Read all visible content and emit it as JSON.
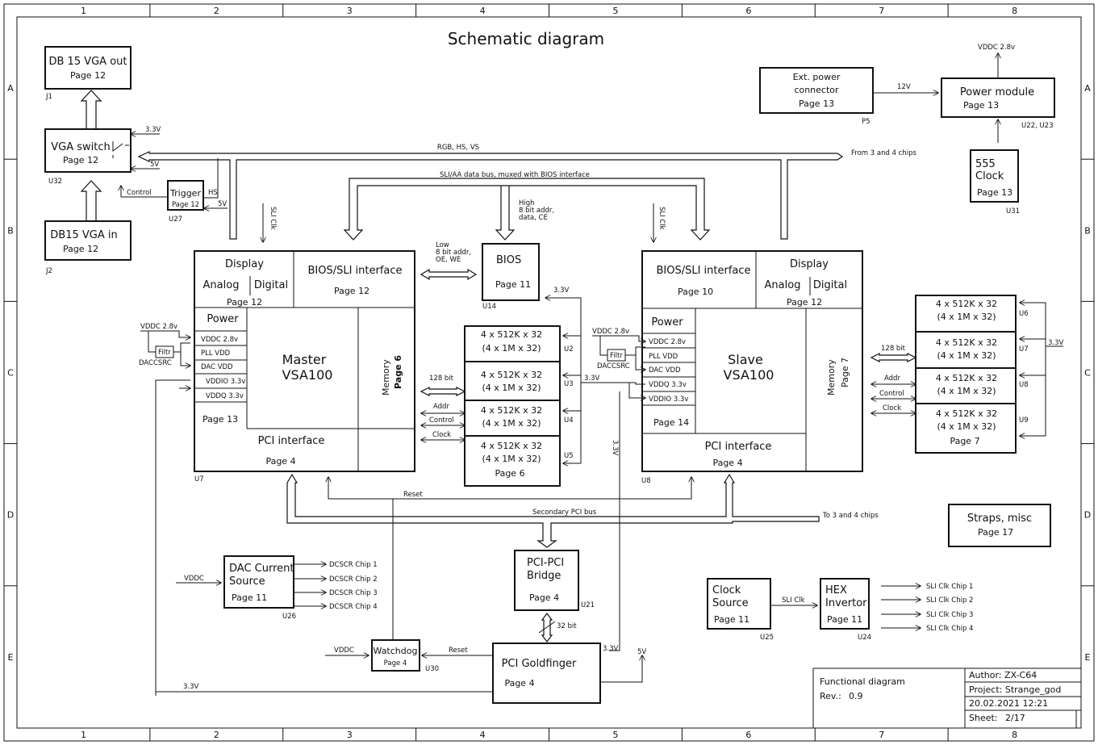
{
  "title": "Schematic diagram",
  "grid": {
    "columns": [
      "1",
      "2",
      "3",
      "4",
      "5",
      "6",
      "7",
      "8"
    ],
    "rows": [
      "A",
      "B",
      "C",
      "D",
      "E"
    ]
  },
  "blocks": {
    "db15_out": {
      "line1": "DB 15 VGA out",
      "line2": "Page 12",
      "ref": "J1"
    },
    "vga_switch": {
      "line1": "VGA switch",
      "line2": "Page 12",
      "ref": "U32"
    },
    "db15_in": {
      "line1": "DB15 VGA in",
      "line2": "Page 12",
      "ref": "J2"
    },
    "trigger": {
      "line1": "Trigger",
      "line2": "Page 12",
      "ref": "U27"
    },
    "ext_power": {
      "line1": "Ext. power",
      "line2": "connector",
      "line3": "Page 13",
      "ref": "P5"
    },
    "power_module": {
      "line1": "Power module",
      "line2": "Page 13",
      "ref": "U22, U23"
    },
    "clock555": {
      "line1": "555",
      "line2": "Clock",
      "line3": "Page 13",
      "ref": "U31"
    },
    "bios": {
      "line1": "BIOS",
      "line2": "Page 11",
      "ref": "U14"
    },
    "master": {
      "display": "Display",
      "analog": "Analog",
      "digital": "Digital",
      "display_page": "Page 12",
      "bios_sli": "BIOS/SLI interface",
      "bios_sli_page": "Page 12",
      "power": "Power",
      "power_page": "Page 13",
      "rails": [
        "VDDC  2.8v",
        "PLL VDD",
        "DAC VDD",
        "VDDIO  3.3v",
        "VDDQ  3.3v"
      ],
      "name1": "Master",
      "name2": "VSA100",
      "memory": "Memory",
      "memory_page": "Page 6",
      "pci": "PCI interface",
      "pci_page": "Page 4",
      "ref": "U7"
    },
    "slave": {
      "display": "Display",
      "analog": "Analog",
      "digital": "Digital",
      "display_page": "Page 12",
      "bios_sli": "BIOS/SLI interface",
      "bios_sli_page": "Page 10",
      "power": "Power",
      "power_page": "Page 14",
      "rails": [
        "VDDC  2.8v",
        "PLL VDD",
        "DAC VDD",
        "VDDQ  3.3v",
        "VDDIO  3.3v"
      ],
      "name1": "Slave",
      "name2": "VSA100",
      "memory": "Memory",
      "memory_page": "Page 7",
      "pci": "PCI interface",
      "pci_page": "Page 4",
      "ref": "U8"
    },
    "mem_master": {
      "line1": "4 x 512K x 32",
      "line2": "(4 x 1M x 32)",
      "page": "Page 6",
      "refs": [
        "U2",
        "U3",
        "U4",
        "U5"
      ]
    },
    "mem_slave": {
      "line1": "4 x 512K x 32",
      "line2": "(4 x 1M x 32)",
      "page": "Page 7",
      "refs": [
        "U6",
        "U7",
        "U8",
        "U9"
      ]
    },
    "dac_current": {
      "line1": "DAC Current",
      "line2": "Source",
      "line3": "Page 11",
      "ref": "U26"
    },
    "pci_bridge": {
      "line1": "PCI-PCI",
      "line2": "Bridge",
      "line3": "Page 4",
      "ref": "U21"
    },
    "watchdog": {
      "line1": "Watchdog",
      "line2": "Page 4",
      "ref": "U30"
    },
    "goldfinger": {
      "line1": "PCI Goldfinger",
      "line2": "Page 4"
    },
    "straps": {
      "line1": "Straps, misc",
      "line2": "Page 17"
    },
    "clock_source": {
      "line1": "Clock",
      "line2": "Source",
      "line3": "Page 11",
      "ref": "U25"
    },
    "hex_invertor": {
      "line1": "HEX",
      "line2": "Invertor",
      "line3": "Page 11",
      "ref": "U24"
    }
  },
  "labels": {
    "v33": "3.3V",
    "v5": "5V",
    "v12": "12V",
    "vddc28": "VDDC 2.8v",
    "vddc": "VDDC",
    "control": "Control",
    "hs": "HS",
    "rgb": "RGB, HS, VS",
    "from34": "From 3 and 4 chips",
    "sli_bus": "SLI/AA data bus, muxed with BIOS interface",
    "high": [
      "High",
      "8 bit addr,",
      "data, CE"
    ],
    "low": [
      "Low",
      "8 bit addr,",
      "OE, WE"
    ],
    "sli_clk": "SLI Clk",
    "filtr": "Filtr",
    "daccsrc": "DACCSRC",
    "bit128": "128 bit",
    "addr": "Addr",
    "clock": "Clock",
    "reset": "Reset",
    "secondary_pci": "Secondary PCI bus",
    "to34": "To 3 and 4 chips",
    "bit32": "32 bit",
    "dcscr": [
      "DCSCR Chip 1",
      "DCSCR Chip 2",
      "DCSCR Chip 3",
      "DCSCR Chip 4"
    ],
    "sliclk_chips": [
      "SLI Clk Chip 1",
      "SLI Clk Chip 2",
      "SLI Clk Chip 3",
      "SLI Clk Chip 4"
    ]
  },
  "title_block": {
    "name": "Functional diagram",
    "rev_label": "Rev.:",
    "rev": "0.9",
    "author": "Author: ZX-C64",
    "project": "Project: Strange_god",
    "date": "20.02.2021 12:21",
    "sheet_label": "Sheet:",
    "sheet": "2/17"
  }
}
